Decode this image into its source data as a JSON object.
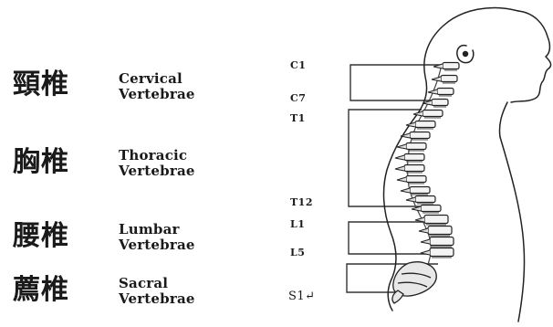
{
  "regions": [
    {
      "id": "cervical",
      "zh": "頸椎",
      "en1": "Cervical",
      "en2": "Vertebrae"
    },
    {
      "id": "thoracic",
      "zh": "胸椎",
      "en1": "Thoracic",
      "en2": "Vertebrae"
    },
    {
      "id": "lumbar",
      "zh": "腰椎",
      "en1": "Lumbar",
      "en2": "Vertebrae"
    },
    {
      "id": "sacral",
      "zh": "薦椎",
      "en1": "Sacral",
      "en2": "Vertebrae"
    }
  ],
  "segments": {
    "c1": "C1",
    "c7": "C7",
    "t1": "T1",
    "t12": "T12",
    "l1": "L1",
    "l5": "L5",
    "s1": "S1↵"
  },
  "colors": {
    "ink": "#1a1a1a",
    "line": "#333333",
    "bone_fill": "#f4f4f4"
  }
}
